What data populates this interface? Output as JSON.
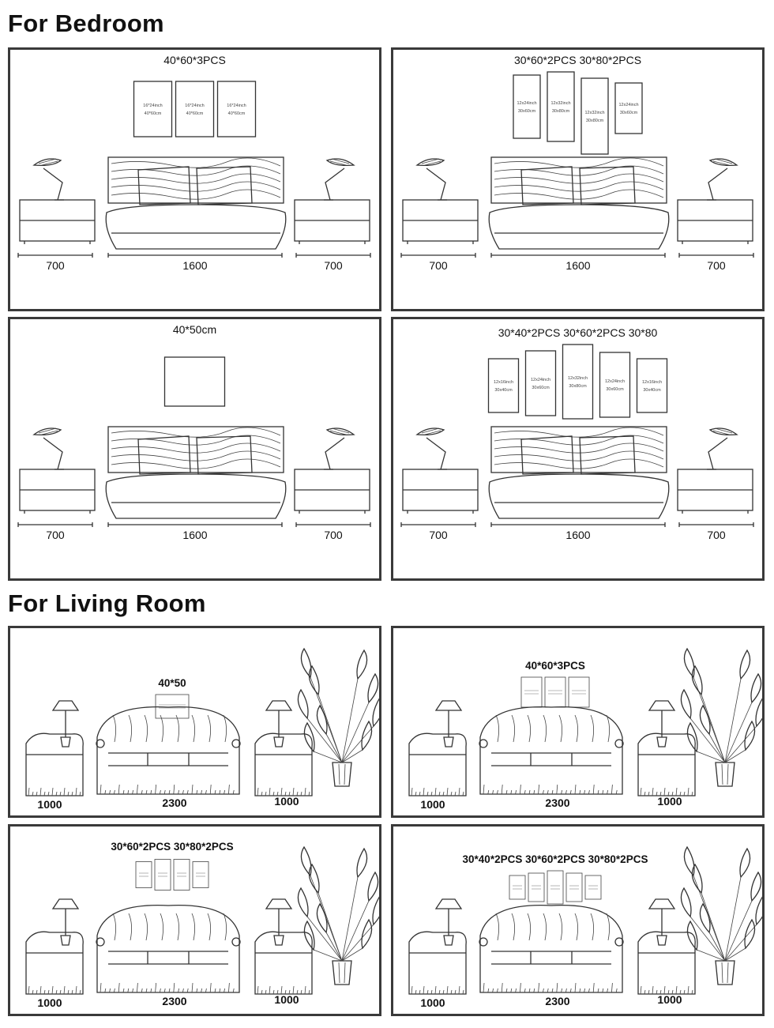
{
  "sections": {
    "bedroom_title": "For Bedroom",
    "living_title": "For Living Room"
  },
  "bedroom": [
    {
      "caption": "40*60*3PCS",
      "frames": [
        {
          "l1": "16*24inch",
          "l2": "40*60cm"
        },
        {
          "l1": "16*24inch",
          "l2": "40*60cm"
        },
        {
          "l1": "16*24inch",
          "l2": "40*60cm"
        }
      ],
      "dims": [
        "700",
        "1600",
        "700"
      ]
    },
    {
      "caption": "30*60*2PCS   30*80*2PCS",
      "frames": [
        {
          "l1": "12x24inch",
          "l2": "30x60cm"
        },
        {
          "l1": "12x32inch",
          "l2": "30x80cm"
        },
        {
          "l1": "12x32inch",
          "l2": "30x80cm"
        },
        {
          "l1": "12x24inch",
          "l2": "30x60cm"
        }
      ],
      "dims": [
        "700",
        "1600",
        "700"
      ]
    },
    {
      "caption": "40*50cm",
      "frames": [],
      "dims": [
        "700",
        "1600",
        "700"
      ]
    },
    {
      "caption": "30*40*2PCS 30*60*2PCS 30*80",
      "frames": [
        {
          "l1": "12x16inch",
          "l2": "30x40cm"
        },
        {
          "l1": "12x24inch",
          "l2": "30x60cm"
        },
        {
          "l1": "12x32inch",
          "l2": "30x80cm"
        },
        {
          "l1": "12x24inch",
          "l2": "30x60cm"
        },
        {
          "l1": "12x16inch",
          "l2": "30x40cm"
        }
      ],
      "dims": [
        "700",
        "1600",
        "700"
      ]
    }
  ],
  "living": [
    {
      "caption": "40*50",
      "frame_count": 1,
      "dims": [
        "1000",
        "2300",
        "1000"
      ]
    },
    {
      "caption": "40*60*3PCS",
      "frame_count": 3,
      "dims": [
        "1000",
        "2300",
        "1000"
      ]
    },
    {
      "caption": "30*60*2PCS 30*80*2PCS",
      "frame_count": 4,
      "dims": [
        "1000",
        "2300",
        "1000"
      ]
    },
    {
      "caption": "30*40*2PCS 30*60*2PCS 30*80*2PCS",
      "frame_count": 5,
      "dims": [
        "1000",
        "2300",
        "1000"
      ]
    }
  ]
}
